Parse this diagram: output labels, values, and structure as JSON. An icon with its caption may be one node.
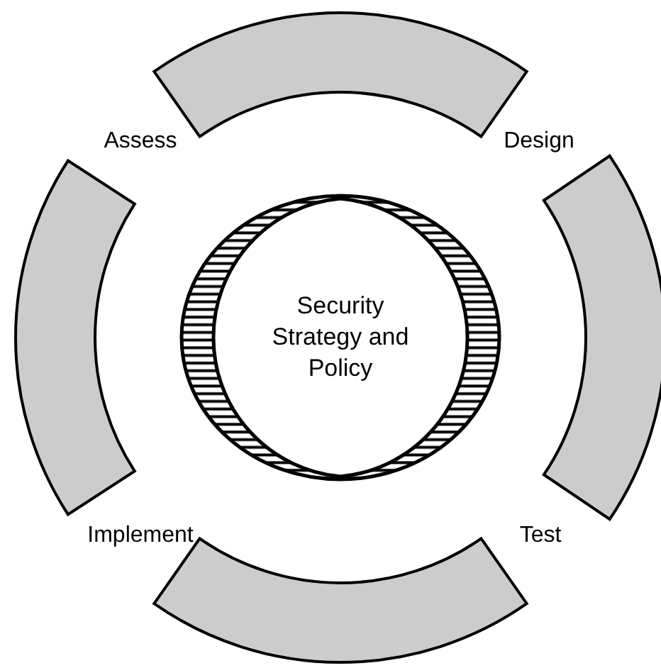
{
  "diagram": {
    "nodes": [
      {
        "text": [
          "Security Strategy and Policy"
        ]
      },
      {
        "text": [],
        "shape": "arc"
      },
      {
        "text": [],
        "shape": "arc"
      },
      {
        "text": [],
        "shape": "arc"
      },
      {
        "text": [],
        "shape": "arc"
      }
    ],
    "labels": [
      "Assess",
      "Design",
      "Implement",
      "Test"
    ]
  }
}
